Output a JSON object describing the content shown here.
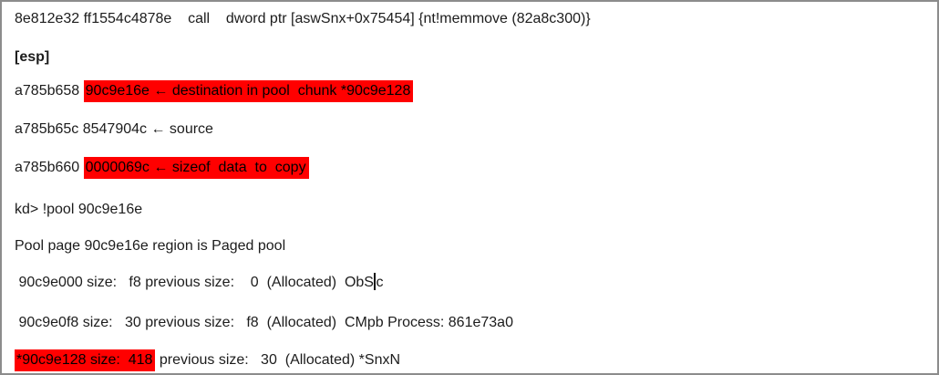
{
  "panel": {
    "background_color": "#ffffff",
    "border_color": "#8c8c8c",
    "text_color": "#1c1c1c",
    "highlight_color": "#ff0000"
  },
  "lines": [
    {
      "segments": [
        {
          "text": "8e812e32 ff1554c4878e    call    dword ptr [aswSnx+0x75454] {nt!memmove (82a8c300)}"
        }
      ]
    },
    {
      "bold": true,
      "segments": [
        {
          "text": "[esp]"
        }
      ]
    },
    {
      "segments": [
        {
          "text": "a785b658 "
        },
        {
          "text": "90c9e16e ← destination in pool  chunk *90c9e128",
          "highlight": true
        }
      ]
    },
    {
      "segments": [
        {
          "text": "a785b65c 8547904c ← source"
        }
      ]
    },
    {
      "segments": [
        {
          "text": "a785b660 "
        },
        {
          "text": "0000069c ← sizeof  data  to  copy",
          "highlight": true
        }
      ]
    },
    {
      "segments": [
        {
          "text": "kd> !pool 90c9e16e"
        }
      ]
    },
    {
      "segments": [
        {
          "text": "Pool page 90c9e16e region is Paged pool"
        }
      ]
    },
    {
      "segments": [
        {
          "text": " 90c9e000 size:   f8 previous size:    0  (Allocated)  ObS"
        },
        {
          "caret": true
        },
        {
          "text": "c"
        }
      ]
    },
    {
      "segments": [
        {
          "text": " 90c9e0f8 size:   30 previous size:   f8  (Allocated)  CMpb Process: 861e73a0"
        }
      ]
    },
    {
      "segments": [
        {
          "text": "*90c9e128 size:  418",
          "highlight": true
        },
        {
          "text": " previous size:   30  (Allocated) *SnxN"
        }
      ]
    }
  ]
}
